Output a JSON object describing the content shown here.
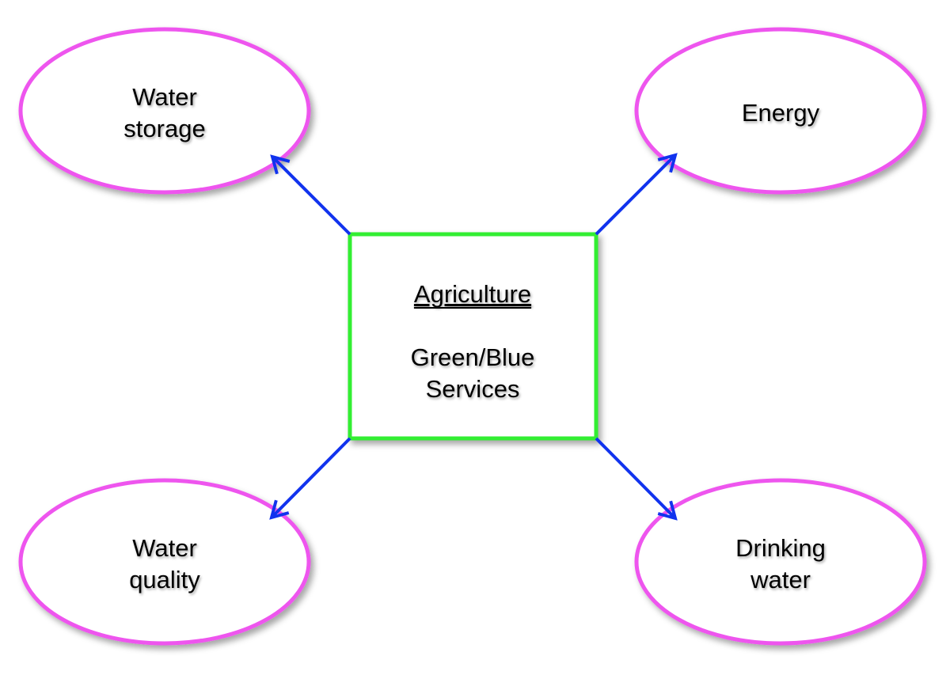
{
  "colors": {
    "ellipse_stroke": "#ee55ee",
    "box_stroke": "#33ee33",
    "arrow": "#1133ee",
    "background": "#ffffff"
  },
  "center": {
    "title": "Agriculture",
    "line1": "Green/Blue",
    "line2": "Services"
  },
  "nodes": {
    "top_left": {
      "line1": "Water",
      "line2": "storage"
    },
    "top_right": {
      "line1": "Energy"
    },
    "bottom_left": {
      "line1": "Water",
      "line2": "quality"
    },
    "bottom_right": {
      "line1": "Drinking",
      "line2": "water"
    }
  }
}
